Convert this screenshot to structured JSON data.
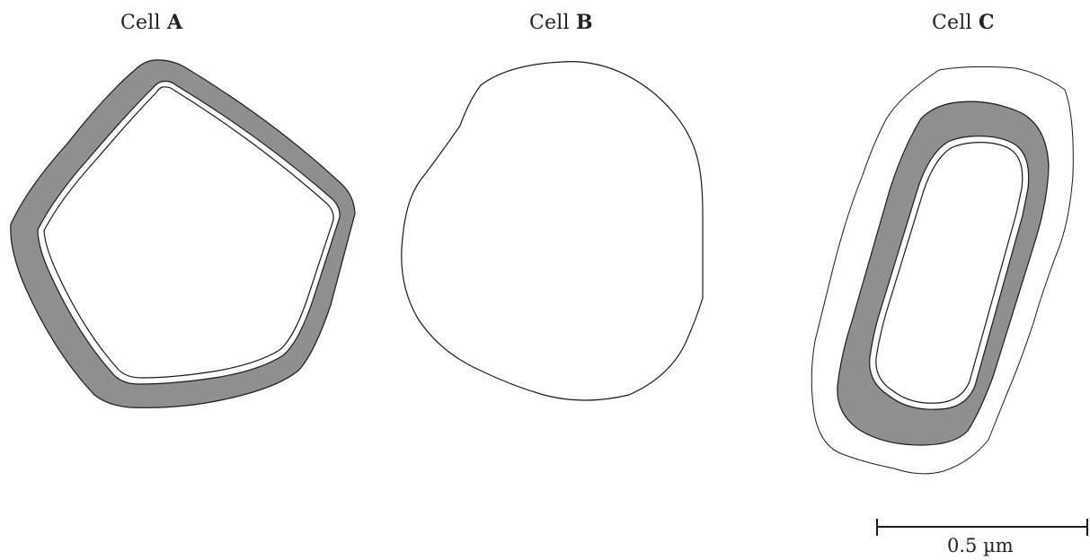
{
  "cells": {
    "a": {
      "prefix": "Cell",
      "letter": "A"
    },
    "b": {
      "prefix": "Cell",
      "letter": "B"
    },
    "c": {
      "prefix": "Cell",
      "letter": "C"
    }
  },
  "scale_bar": {
    "label": "0.5 µm"
  },
  "colors": {
    "wall_fill": "#8f8f8f",
    "outline": "#1a1a1a",
    "background": "#ffffff"
  }
}
